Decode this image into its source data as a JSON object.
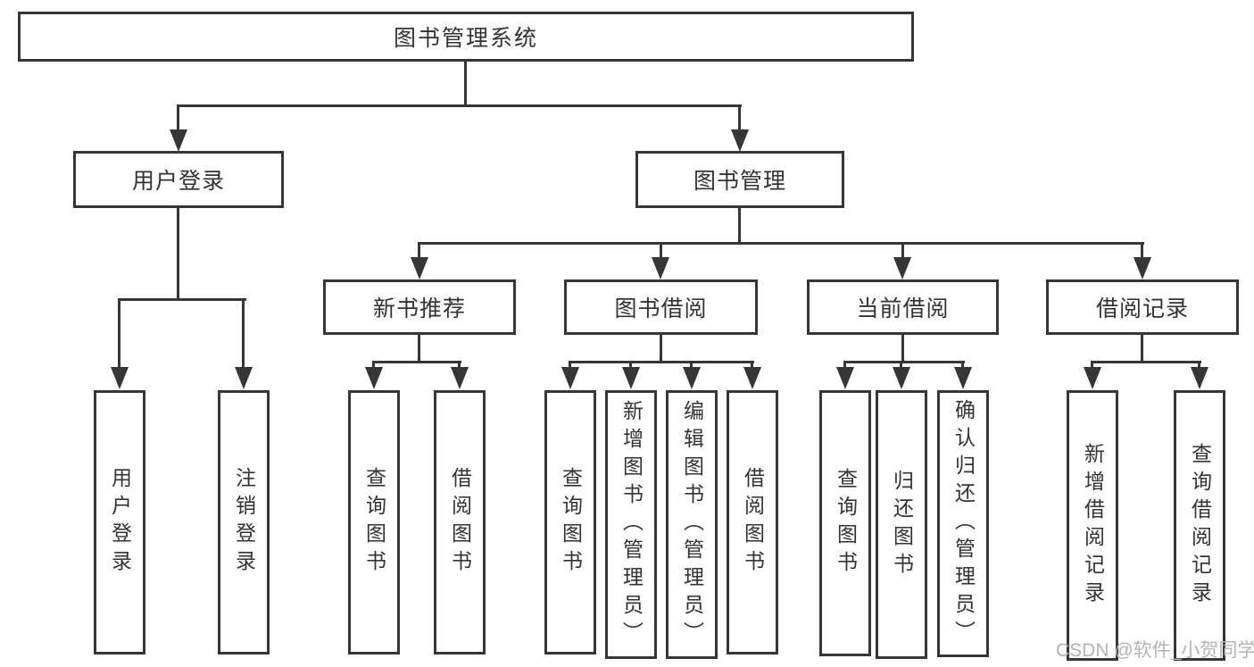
{
  "diagram": {
    "nodes": {
      "root": {
        "label": "图书管理系统"
      },
      "user_login": {
        "label": "用户登录"
      },
      "book_management": {
        "label": "图书管理"
      },
      "new_book_recommend": {
        "label": "新书推荐"
      },
      "book_borrow": {
        "label": "图书借阅"
      },
      "current_borrow": {
        "label": "当前借阅"
      },
      "borrow_records": {
        "label": "借阅记录"
      },
      "leaf_user_login": {
        "label": "用户登录"
      },
      "leaf_logout": {
        "label": "注销登录"
      },
      "leaf_query_book_newrec": {
        "label": "查询图书"
      },
      "leaf_borrow_book_newrec": {
        "label": "借阅图书"
      },
      "leaf_query_book_borrow": {
        "label": "查询图书"
      },
      "leaf_add_book_admin": {
        "label": "新增图书（管理员）"
      },
      "leaf_edit_book_admin": {
        "label": "编辑图书（管理员）"
      },
      "leaf_borrow_book_borrow": {
        "label": "借阅图书"
      },
      "leaf_query_book_current": {
        "label": "查询图书"
      },
      "leaf_return_book": {
        "label": "归还图书"
      },
      "leaf_confirm_return_admin": {
        "label": "确认归还（管理员）"
      },
      "leaf_add_borrow_record": {
        "label": "新增借阅记录"
      },
      "leaf_query_borrow_record": {
        "label": "查询借阅记录"
      }
    },
    "structure": {
      "图书管理系统": {
        "用户登录": [
          "用户登录",
          "注销登录"
        ],
        "图书管理": {
          "新书推荐": [
            "查询图书",
            "借阅图书"
          ],
          "图书借阅": [
            "查询图书",
            "新增图书（管理员）",
            "编辑图书（管理员）",
            "借阅图书"
          ],
          "当前借阅": [
            "查询图书",
            "归还图书",
            "确认归还（管理员）"
          ],
          "借阅记录": [
            "新增借阅记录",
            "查询借阅记录"
          ]
        }
      }
    },
    "colors": {
      "line": "#363636",
      "text": "#333333",
      "background": "#ffffff",
      "watermark": "#b4b4b4"
    },
    "watermark": {
      "text": "CSDN @软件_小贺同学"
    }
  }
}
